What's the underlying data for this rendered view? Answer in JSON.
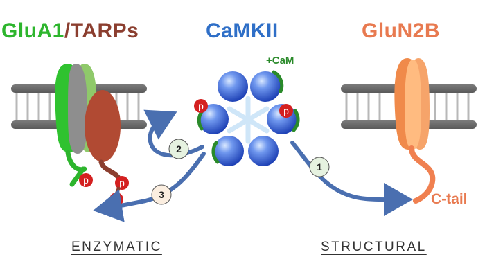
{
  "titles": {
    "glua_green": "GluA1",
    "glua_slash_tarps": "/TARPs",
    "camkii": "CaMKII",
    "glun2b": "GluN2B"
  },
  "labels": {
    "cam": "+CaM",
    "ctail": "C-tail",
    "phospho": "p",
    "step1": "1",
    "step2": "2",
    "step3": "3"
  },
  "footer": {
    "enzymatic": "ENZYMATIC",
    "structural": "STRUCTURAL"
  },
  "colors": {
    "glua": "#2db52d",
    "tarps": "#8b3e2f",
    "camkii": "#2f6fc7",
    "glun2b": "#e87a50",
    "arrow": "#4a6fb0",
    "phospho": "#d42020",
    "cam": "#2a8a2a"
  }
}
